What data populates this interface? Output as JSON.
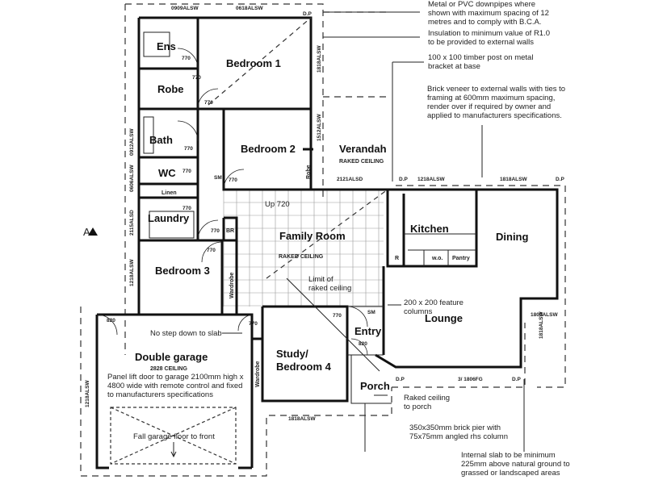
{
  "rooms": {
    "ensuite": "Ens",
    "bedroom1": "Bedroom 1",
    "robe": "Robe",
    "bath": "Bath",
    "wc": "WC",
    "linen": "Linen",
    "laundry": "Laundry",
    "bedroom2": "Bedroom 2",
    "robe2": "Robe",
    "verandah": "Verandah",
    "family_room": "Family Room",
    "kitchen": "Kitchen",
    "dining": "Dining",
    "bedroom3": "Bedroom 3",
    "br": "BR",
    "wardrobe1": "Wardrobe",
    "lounge": "Lounge",
    "entry": "Entry",
    "double_garage": "Double garage",
    "study": "Study/",
    "study2": "Bedroom 4",
    "wardrobe2": "Wardrobe",
    "porch": "Porch",
    "r": "R",
    "wo": "w.o.",
    "pantry": "Pantry"
  },
  "sublabels": {
    "verandah_ceiling": "RAKED CEILING",
    "family_ceiling": "RAKED CEILING",
    "garage_ceiling": "2828 CEILING",
    "up": "Up 720",
    "limit1": "Limit of",
    "limit2": "raked ceiling",
    "no_step": "No step down to slab",
    "fall": "Fall garage floor to front",
    "sm1": "SM",
    "sm2": "SM"
  },
  "dims": {
    "w1": "0909ALSW",
    "w2": "0618ALSW",
    "w3": "1818ALSW",
    "w4": "1512ALSW",
    "w5": "2121ALSD",
    "w6": "1218ALSW",
    "w7": "1818ALSW",
    "w8": "0912ALSW",
    "w9": "0606ALSW",
    "w10": "2115ALSD",
    "w11": "1218ALSW",
    "w12": "1218ALSW",
    "w13": "1818ALSW",
    "w14": "1809ALSW",
    "w15": "1818ALSW",
    "w16": "3/ 1806FG",
    "d1": "770",
    "d2": "770",
    "d3": "770",
    "d4": "770",
    "d5": "770",
    "d6": "770",
    "d7": "770",
    "d8": "770",
    "d9": "770",
    "d10": "770",
    "d11": "770",
    "d12": "820",
    "d13": "820",
    "dp": "D.P"
  },
  "notes": {
    "n1": [
      "Metal or PVC downpipes where",
      "shown with maximum spacing of 12",
      "metres and to comply with B.C.A."
    ],
    "n2": [
      "Insulation to minimum value of R1.0",
      "to be provided to external walls"
    ],
    "n3": [
      "100 x 100 timber post on metal",
      "bracket at base"
    ],
    "n4": [
      "Brick veneer to external walls with ties to",
      "framing at 600mm maximum spacing,",
      "render over if required by owner and",
      "applied to manufacturers specifications."
    ],
    "n5": [
      "200 x 200 feature",
      "columns"
    ],
    "n6": [
      "Raked ceiling",
      "to porch"
    ],
    "n7": [
      "350x350mm brick pier with",
      "75x75mm angled rhs column"
    ],
    "n8": [
      "Internal slab to be minimum",
      "225mm above natural ground to",
      "grassed or landscaped areas"
    ],
    "n9": [
      "Panel lift door to garage 2100mm high x",
      "4800 wide with remote control and fixed",
      "to manufacturers specifications"
    ]
  },
  "north_marker": "A"
}
